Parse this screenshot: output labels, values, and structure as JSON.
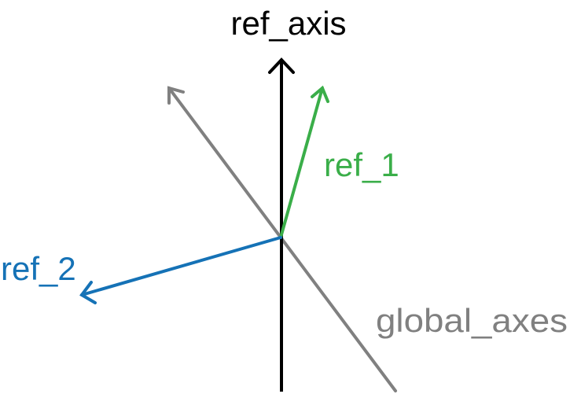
{
  "labels": {
    "ref_axis": "ref_axis",
    "ref_1": "ref_1",
    "ref_2": "ref_2",
    "global_axes": "global_axes"
  },
  "colors": {
    "ref_axis": "#000000",
    "ref_1": "#3aae49",
    "ref_2": "#1572b6",
    "global_axes": "#808080"
  }
}
